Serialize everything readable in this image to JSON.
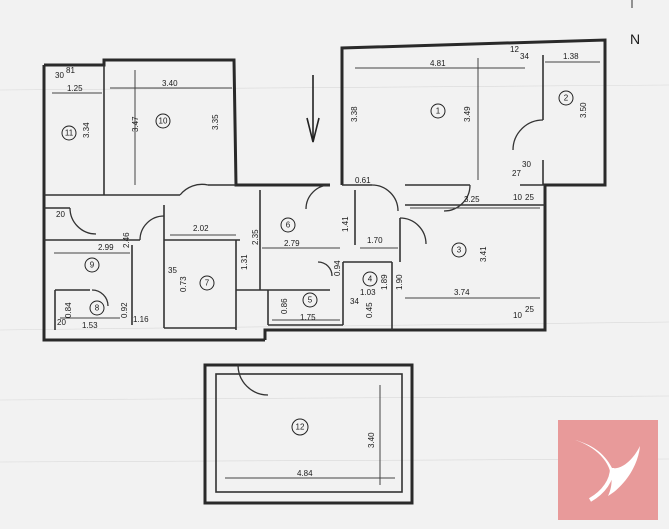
{
  "compass": {
    "north": "N"
  },
  "rooms": [
    {
      "number": "1"
    },
    {
      "number": "2"
    },
    {
      "number": "3"
    },
    {
      "number": "4"
    },
    {
      "number": "5"
    },
    {
      "number": "6"
    },
    {
      "number": "7"
    },
    {
      "number": "8"
    },
    {
      "number": "9"
    },
    {
      "number": "10"
    },
    {
      "number": "11"
    },
    {
      "number": "12"
    }
  ],
  "dimensions": {
    "r1_width": "4.81",
    "r1_height": "3.49",
    "r1_left": "3.38",
    "r1_corner": "12",
    "r1_corner2": "34",
    "r2_width": "1.38",
    "r2_height": "3.50",
    "r2_small_a": "27",
    "r2_small_b": "30",
    "r3_width": "3.25",
    "r3_height": "3.41",
    "r3_bottom": "3.74",
    "r3_left": "1.90",
    "r3_c1": "10",
    "r3_c2": "25",
    "r3_c3": "10",
    "r3_c4": "25",
    "r4_top": "1.70",
    "r4_w": "1.03",
    "r4_h": "1.89",
    "r4_a": "0.94",
    "r4_b": "34",
    "r4_c": "0.45",
    "r5_w": "1.75",
    "r5_h": "0.86",
    "r6_w": "2.79",
    "r6_h": "2.35",
    "r6_side": "1.41",
    "r6_top": "0.61",
    "r6_small": "1.31",
    "r7_w": "2.02",
    "r7_h": "0.73",
    "r7_small": "35",
    "r8_w": "1.53",
    "r8_h": "0.84",
    "r8_a": "20",
    "r8_b": "0.92",
    "r8_c": "1.16",
    "r9_w": "2.99",
    "r9_h": "2.46",
    "r9_small": "20",
    "r10_w": "3.40",
    "r10_h": "3.35",
    "r10_left": "3.47",
    "r11_w": "1.25",
    "r11_h": "3.34",
    "r11_a": "30",
    "r11_b": "81",
    "r12_w": "4.84",
    "r12_h": "3.40"
  },
  "watermark": {
    "colors": {
      "background": "#e89a9a",
      "foreground": "#ffffff"
    }
  }
}
